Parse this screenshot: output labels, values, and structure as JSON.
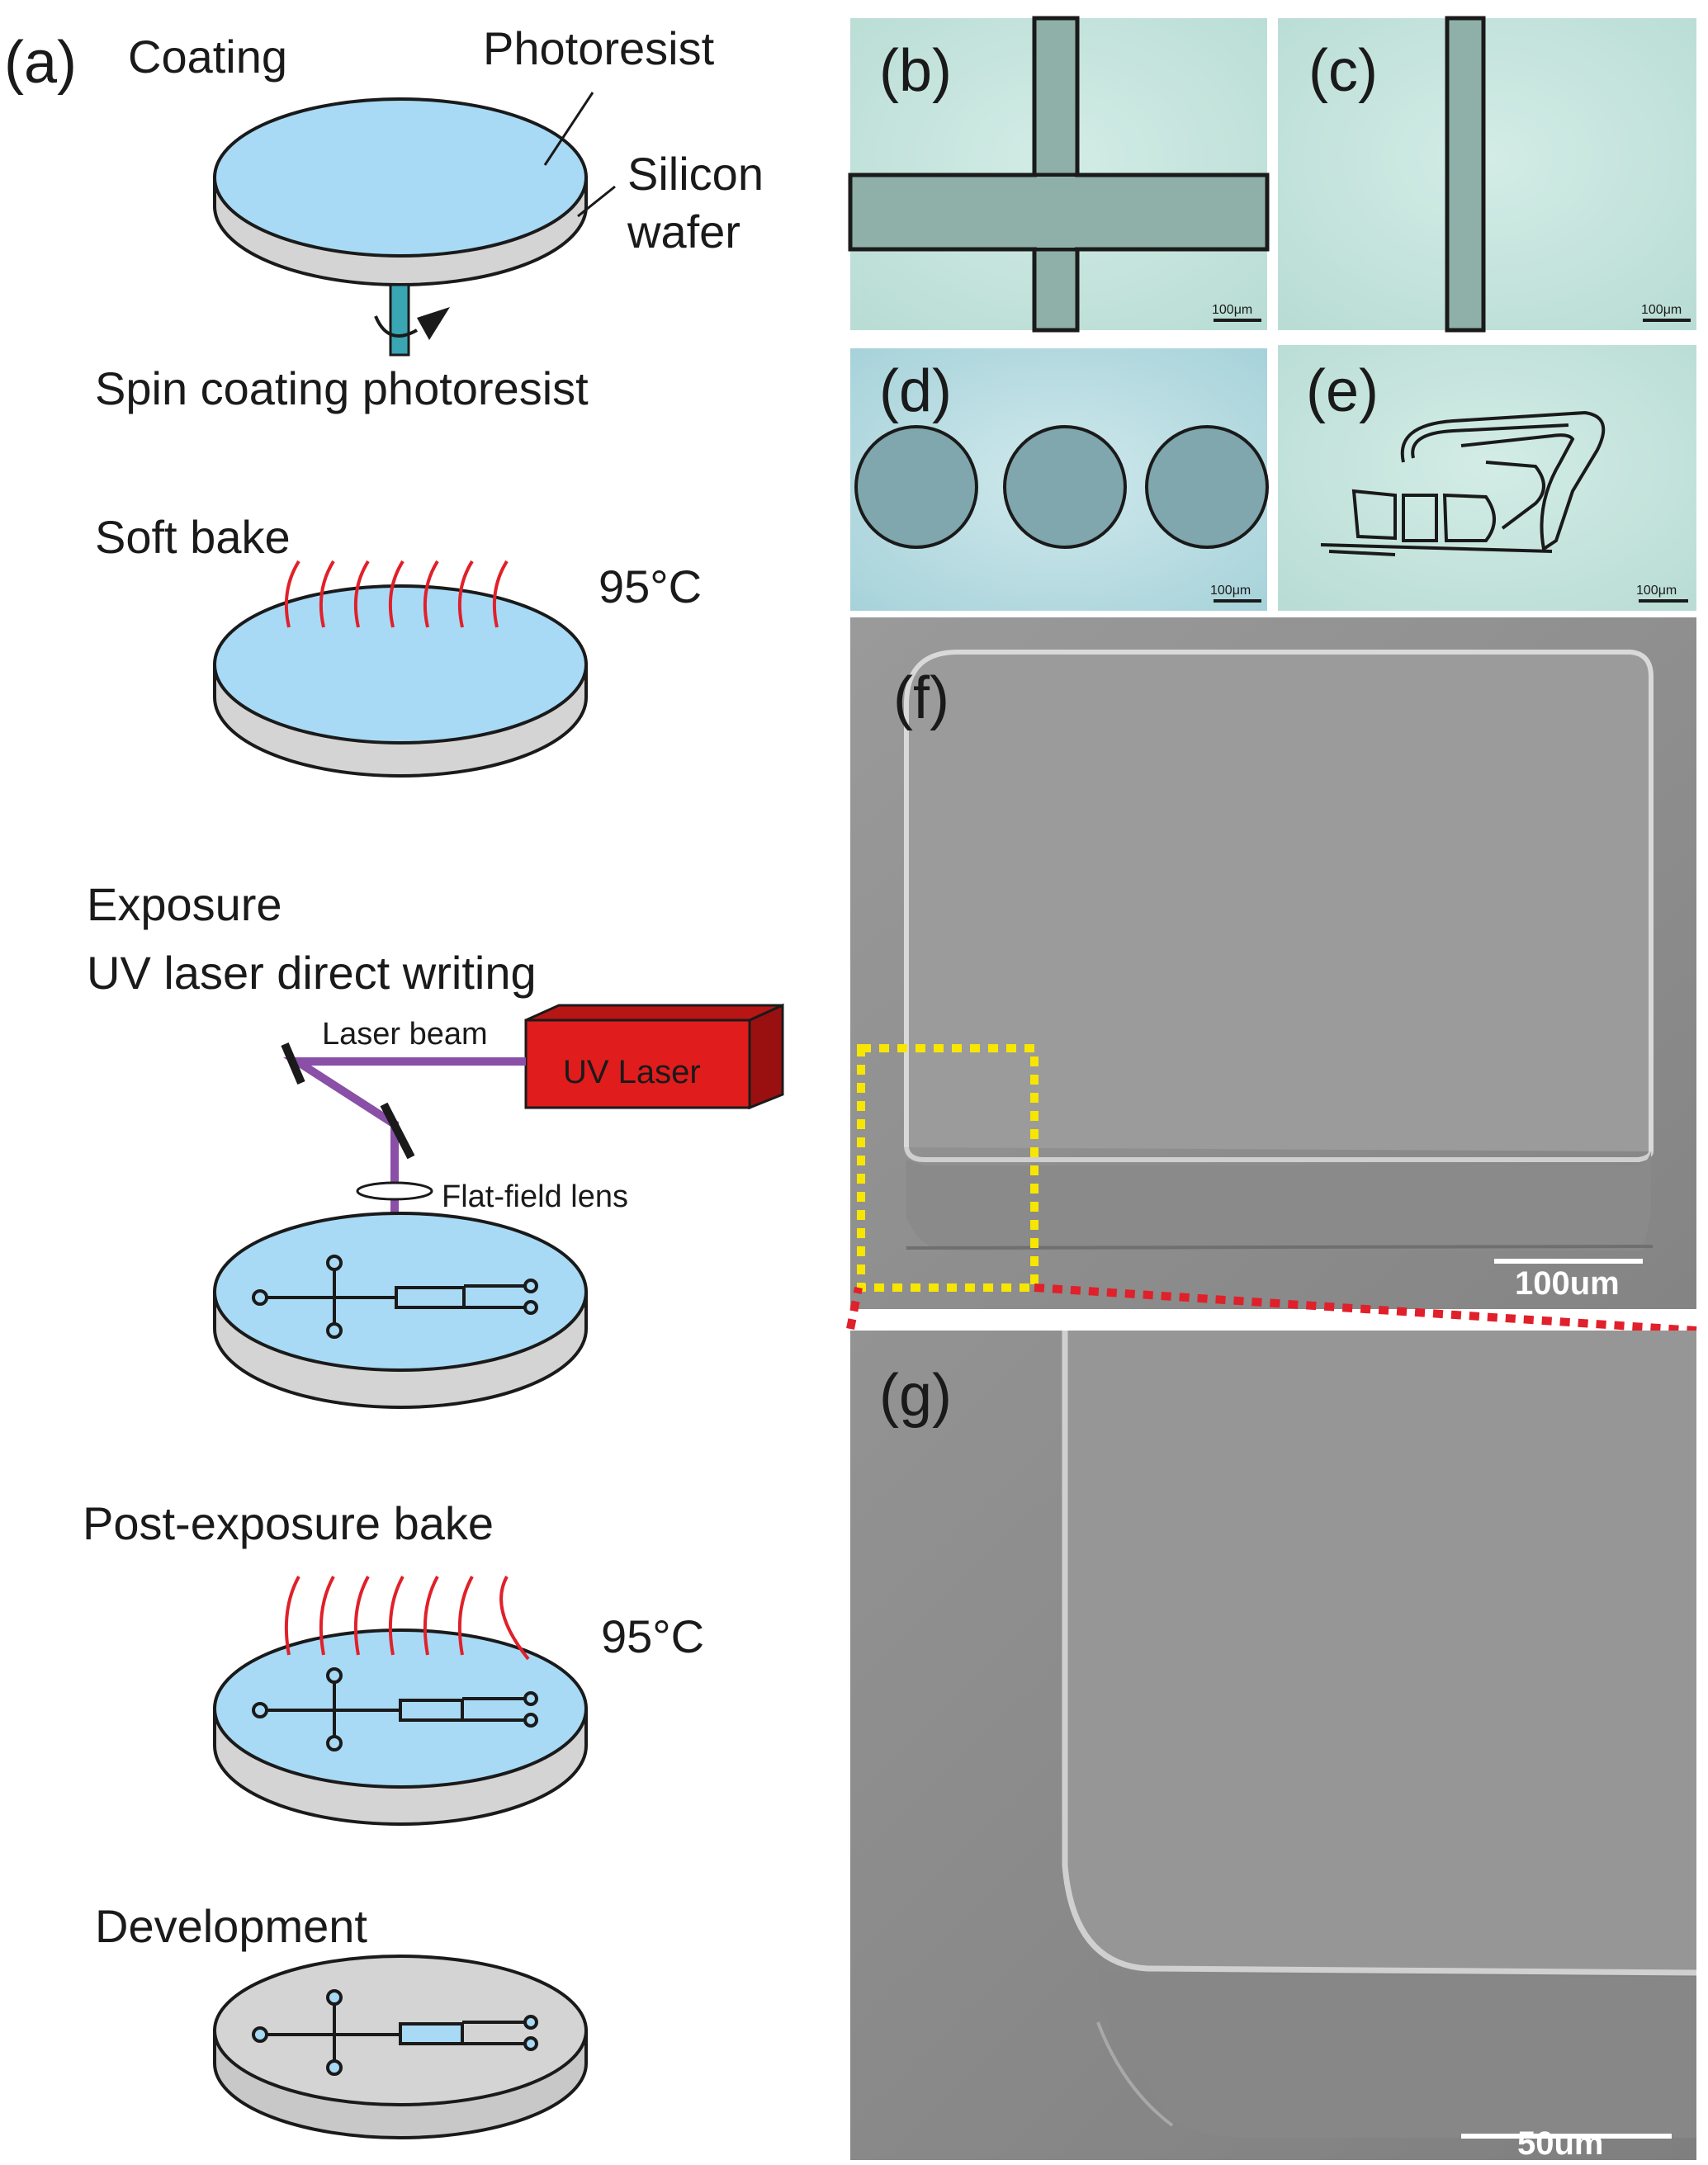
{
  "panel_labels": {
    "a": "(a)",
    "b": "(b)",
    "c": "(c)",
    "d": "(d)",
    "e": "(e)",
    "f": "(f)",
    "g": "(g)"
  },
  "steps": {
    "coating": {
      "title": "Coating",
      "photoresist_label": "Photoresist",
      "wafer_label_line1": "Silicon",
      "wafer_label_line2": "wafer",
      "caption": "Spin coating photoresist"
    },
    "soft_bake": {
      "title": "Soft bake",
      "temperature": "95°C"
    },
    "exposure": {
      "title": "Exposure",
      "subtitle": "UV laser direct writing",
      "laser_beam_label": "Laser beam",
      "uv_laser_label": "UV Laser",
      "lens_label": "Flat-field lens"
    },
    "post_exposure_bake": {
      "title": "Post-exposure bake",
      "temperature": "95°C"
    },
    "development": {
      "title": "Development"
    }
  },
  "scale_bars": {
    "b": "100μm",
    "c": "100μm",
    "d": "100μm",
    "e": "100μm",
    "f": "100um",
    "g": "50um"
  },
  "colors": {
    "photoresist": "#a8daf5",
    "wafer": "#d4d4d4",
    "heat": "#e0202a",
    "laser_box": "#e01c1c",
    "beam": "#8a4fa6",
    "optical_bg": "#c9e6df",
    "sem_bg": "#8e8e8e",
    "highlight_box": "#f7e600",
    "zoom_line": "#e0202a"
  }
}
